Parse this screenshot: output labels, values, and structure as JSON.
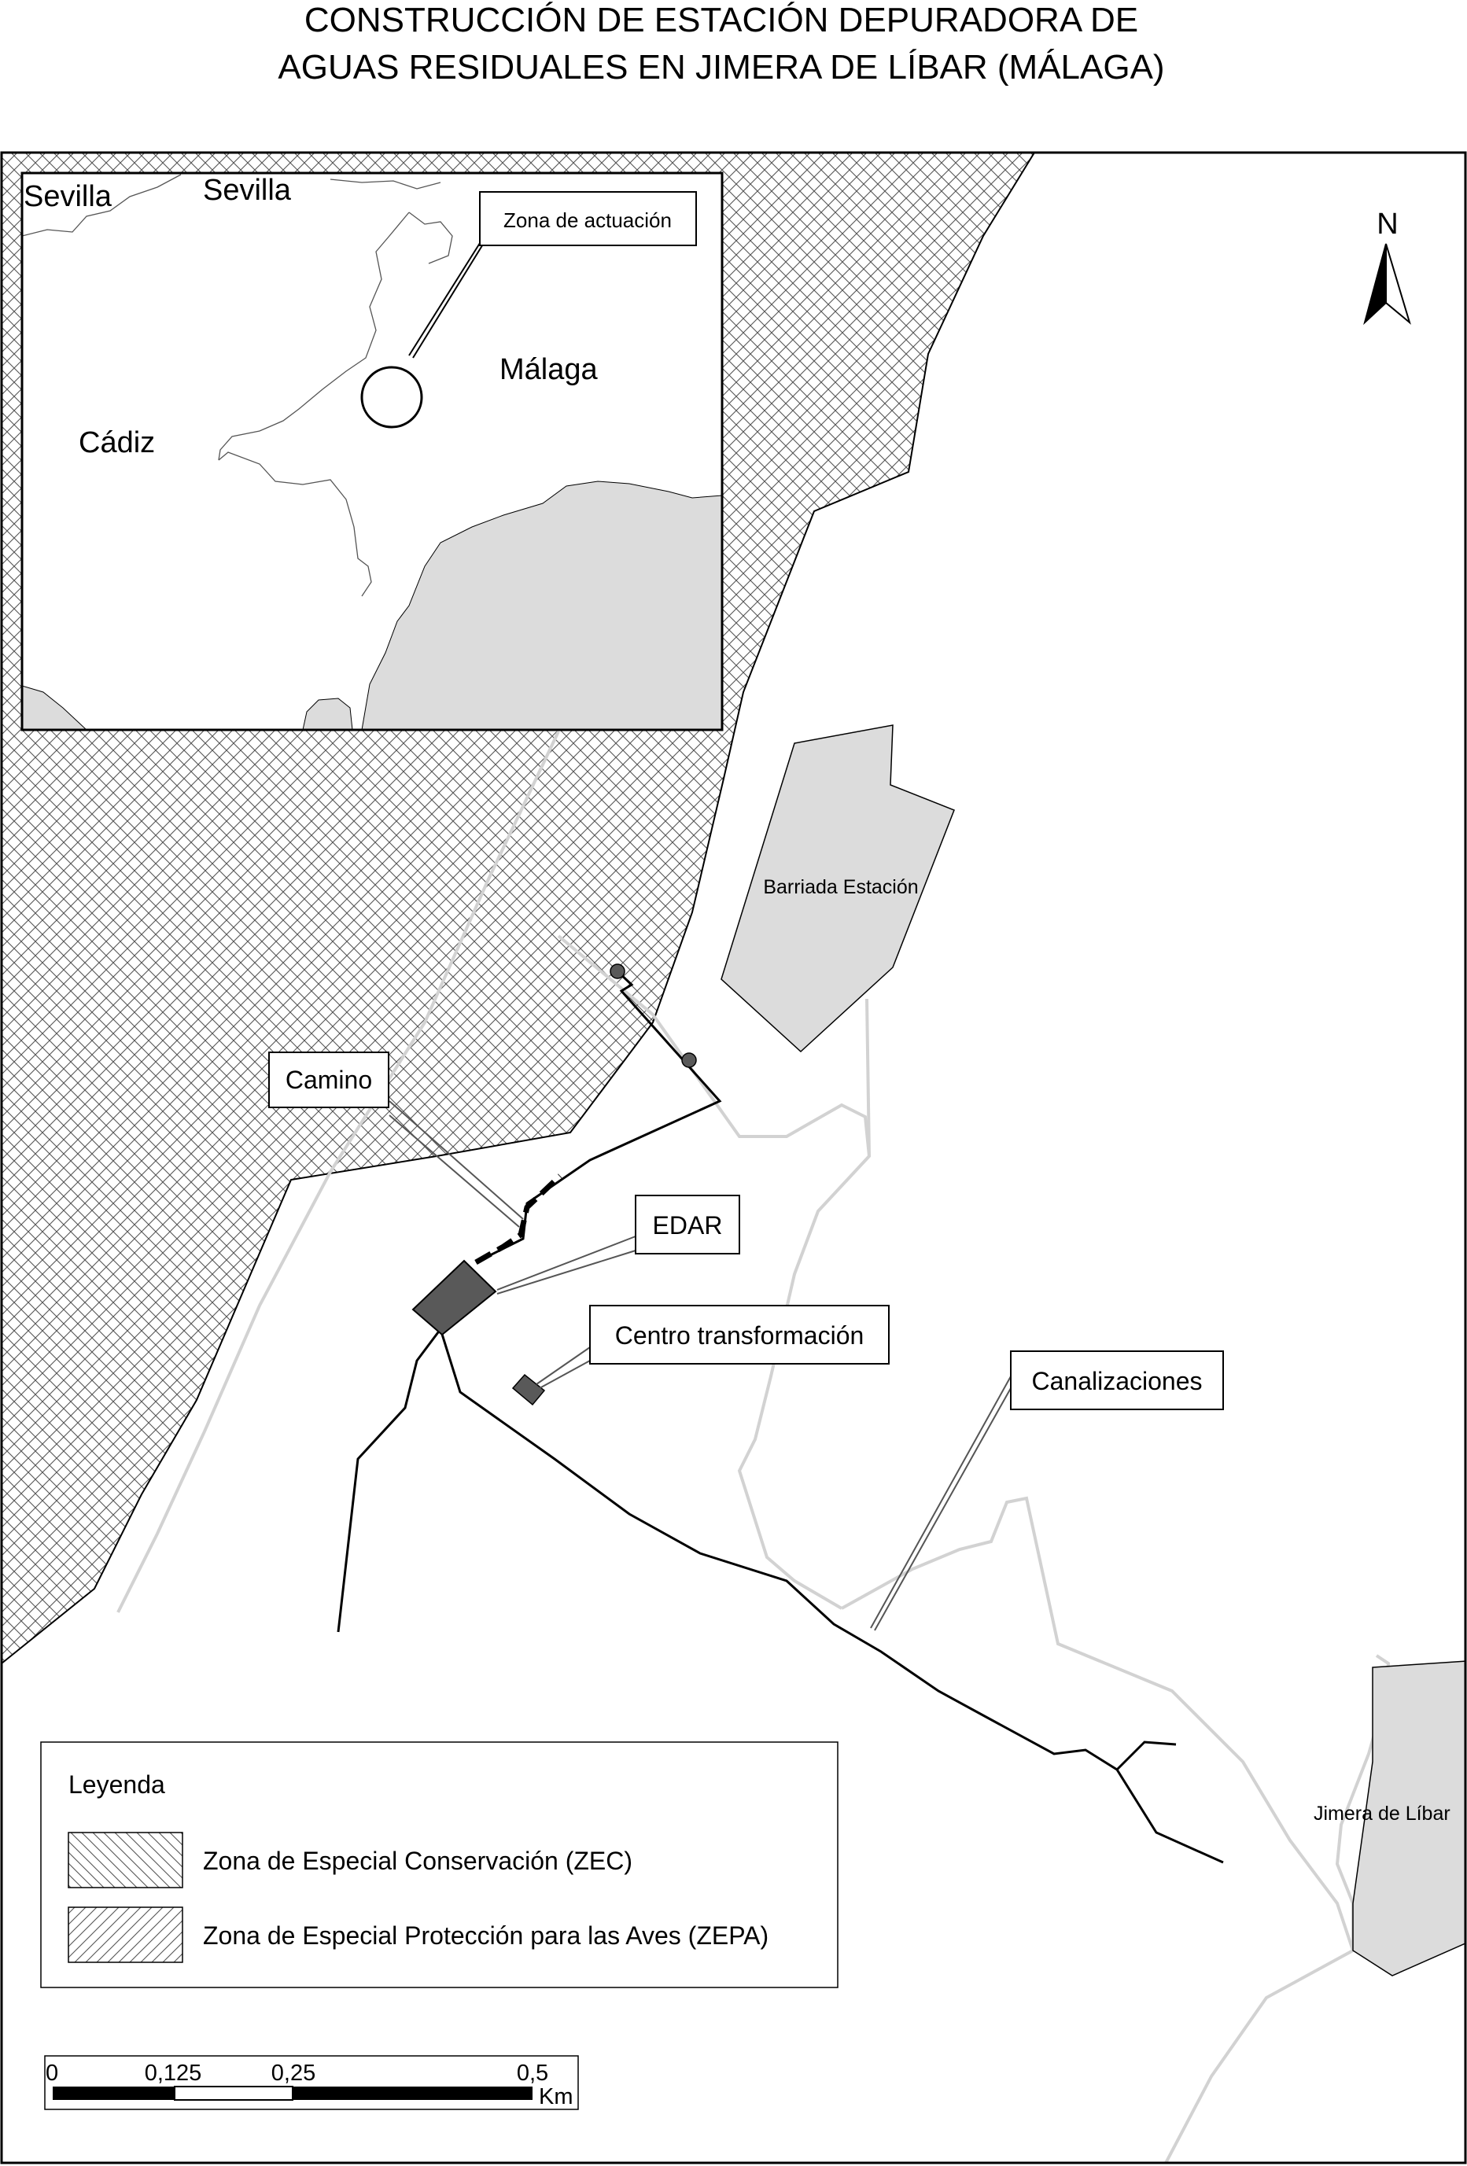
{
  "title": {
    "line1": "CONSTRUCCIÓN DE ESTACIÓN DEPURADORA DE",
    "line2": "AGUAS RESIDUALES EN JIMERA DE LÍBAR (MÁLAGA)"
  },
  "north_arrow": {
    "label": "N"
  },
  "inset": {
    "labels": {
      "sevilla_1": "Sevilla",
      "sevilla_2": "Sevilla",
      "cadiz": "Cádiz",
      "malaga": "Málaga"
    },
    "callout": "Zona de actuación"
  },
  "places": {
    "barriada": "Barriada Estación",
    "jimera": "Jimera de Líbar"
  },
  "callouts": {
    "camino": "Camino",
    "edar": "EDAR",
    "centro": "Centro transformación",
    "canalizaciones": "Canalizaciones"
  },
  "legend": {
    "title": "Leyenda",
    "items": [
      {
        "label": "Zona de Especial Conservación (ZEC)",
        "hatch": "backslash"
      },
      {
        "label": "Zona de Especial Protección para las Aves (ZEPA)",
        "hatch": "slash"
      }
    ]
  },
  "scale_bar": {
    "ticks": [
      "0",
      "0,125",
      "0,25",
      "0,5"
    ],
    "unit": "Km"
  },
  "colors": {
    "urban_fill": "#dcdcdc",
    "edar_fill": "#595959",
    "roads": "#d2d2d2",
    "lines": "#000000"
  }
}
